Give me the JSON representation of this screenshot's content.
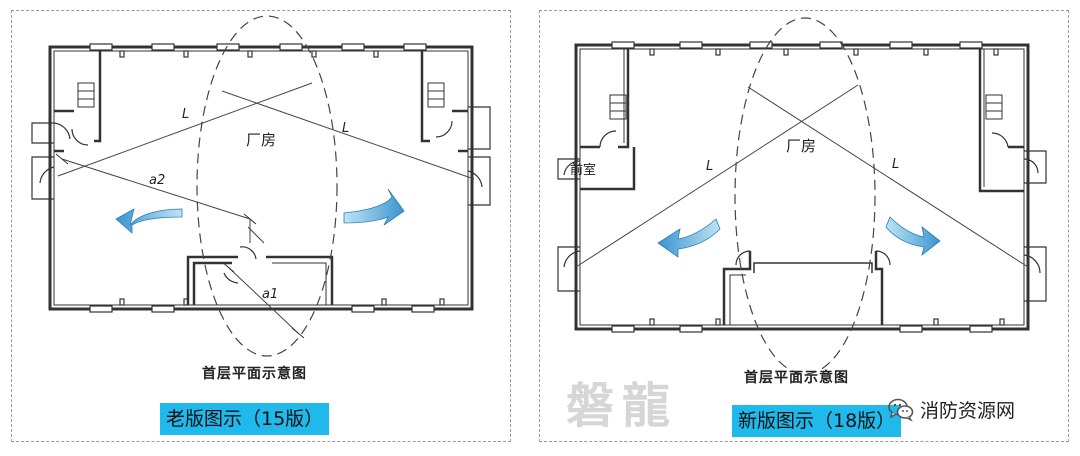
{
  "left": {
    "room_label": "厂房",
    "L_label_1": "L",
    "L_label_2": "L",
    "a2_label": "a2",
    "a1_label": "a1",
    "caption": "首层平面示意图",
    "version_label": "老版图示（15版）"
  },
  "right": {
    "room_label": "厂房",
    "anteroom_label": "前室",
    "L_label_1": "L",
    "L_label_2": "L",
    "caption": "首层平面示意图",
    "version_label": "新版图示（18版）"
  },
  "watermark": "磐龍",
  "wechat": {
    "icon": "wechat-icon",
    "name": "消防资源网"
  },
  "colors": {
    "label_bg": "#1fb9ec",
    "arrow_fill": "#4aa3d6",
    "line": "#333333"
  }
}
